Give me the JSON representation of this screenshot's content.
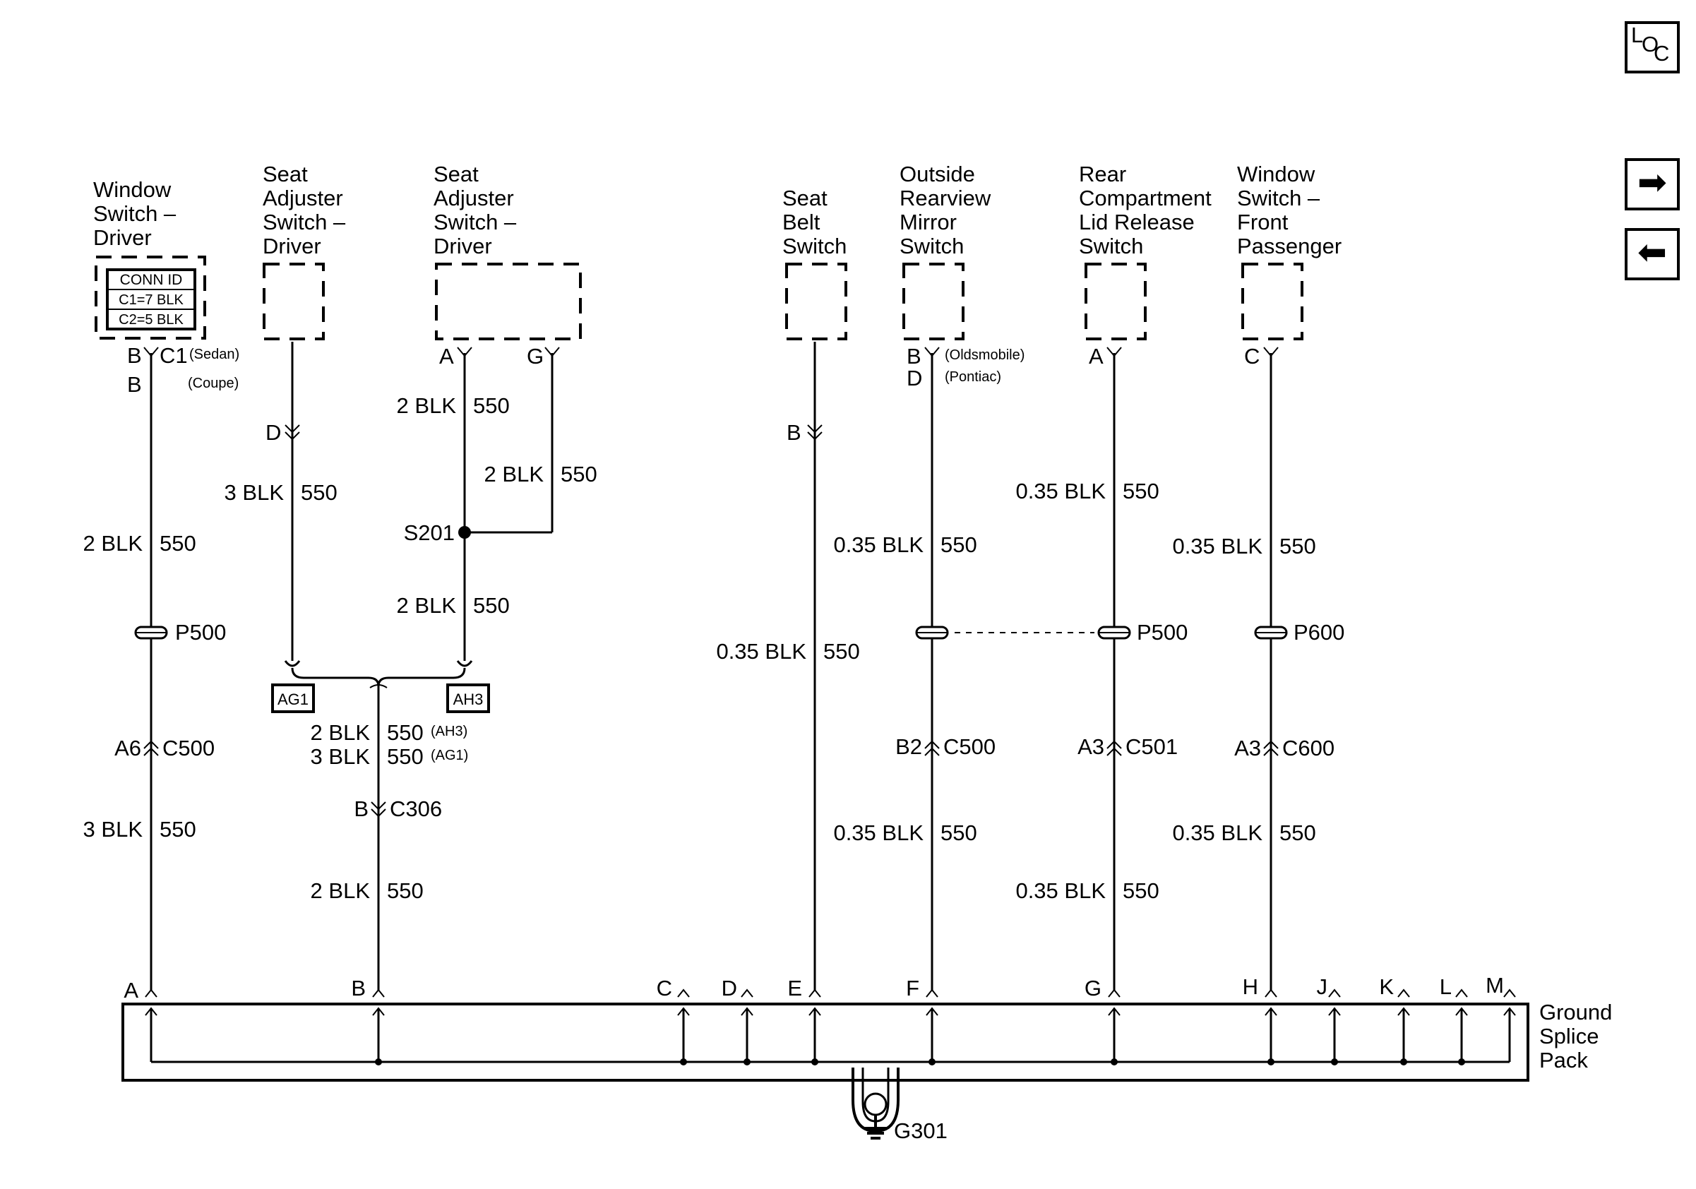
{
  "nav": {
    "loc_l": "L",
    "loc_o": "O",
    "loc_c": "C",
    "next": "➡",
    "prev": "⬅"
  },
  "components": {
    "window_switch_driver": [
      "Window",
      "Switch –",
      "Driver"
    ],
    "seat_adj_driver_1": [
      "Seat",
      "Adjuster",
      "Switch –",
      "Driver"
    ],
    "seat_adj_driver_2": [
      "Seat",
      "Adjuster",
      "Switch –",
      "Driver"
    ],
    "seat_belt_switch": [
      "Seat",
      "Belt",
      "Switch"
    ],
    "outside_mirror_switch": [
      "Outside",
      "Rearview",
      "Mirror",
      "Switch"
    ],
    "rear_compartment_switch": [
      "Rear",
      "Compartment",
      "Lid Release",
      "Switch"
    ],
    "window_switch_passenger": [
      "Window",
      "Switch –",
      "Front",
      "Passenger"
    ],
    "ground_splice_pack": [
      "Ground",
      "Splice",
      "Pack"
    ],
    "ground": "G301"
  },
  "conn_id": {
    "header": "CONN ID",
    "c1": "C1=7 BLK",
    "c2": "C2=5 BLK"
  },
  "pins": {
    "ws_b1": "B",
    "ws_c1": "C1",
    "ws_sedan": "(Sedan)",
    "ws_b2": "B",
    "ws_coupe": "(Coupe)",
    "sa1_d": "D",
    "sa2_a": "A",
    "sa2_g": "G",
    "sb_b": "B",
    "om_b": "B",
    "om_olds": "(Oldsmobile)",
    "om_d": "D",
    "om_pont": "(Pontiac)",
    "rc_a": "A",
    "wp_c": "C"
  },
  "wires": {
    "ws_upper": "2 BLK",
    "ws_lower": "3 BLK",
    "sa1": "3 BLK",
    "sa2_a": "2 BLK",
    "sa2_g": "2 BLK",
    "sa2_below": "2 BLK",
    "merge_ah3": "2 BLK",
    "merge_ag1": "3 BLK",
    "merge_lower": "2 BLK",
    "sb": "0.35 BLK",
    "om_upper": "0.35 BLK",
    "om_lower": "0.35 BLK",
    "rc_upper": "0.35 BLK",
    "rc_lower": "0.35 BLK",
    "wp_upper": "0.35 BLK",
    "wp_lower": "0.35 BLK",
    "circuit": "550",
    "ah3_tag": "(AH3)",
    "ag1_tag": "(AG1)"
  },
  "connectors": {
    "p500_left": "P500",
    "p500_right": "P500",
    "p600": "P600",
    "a6": "A6",
    "c500_left": "C500",
    "b2": "B2",
    "c500_right": "C500",
    "a3_c501": "A3",
    "c501": "C501",
    "a3_c600": "A3",
    "c600": "C600",
    "b_c306": "B",
    "c306": "C306",
    "s201": "S201",
    "ag1": "AG1",
    "ah3": "AH3"
  },
  "splice_pins": {
    "a": "A",
    "b": "B",
    "c": "C",
    "d": "D",
    "e": "E",
    "f": "F",
    "g": "G",
    "h": "H",
    "j": "J",
    "k": "K",
    "l": "L",
    "m": "M"
  }
}
